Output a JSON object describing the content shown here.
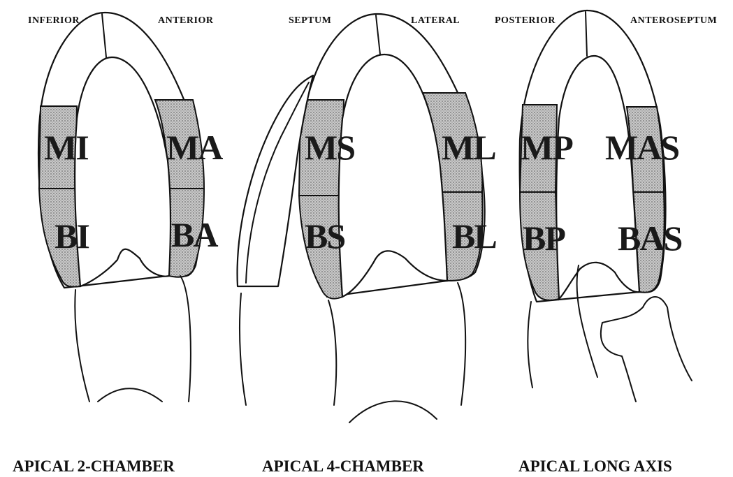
{
  "views": [
    {
      "title": "APICAL 2-CHAMBER",
      "wall_labels": {
        "left": "INFERIOR",
        "right": "ANTERIOR"
      },
      "segments": {
        "mid_left": "MI",
        "mid_right": "MA",
        "basal_left": "BI",
        "basal_right": "BA"
      }
    },
    {
      "title": "APICAL 4-CHAMBER",
      "wall_labels": {
        "left": "SEPTUM",
        "right": "LATERAL"
      },
      "segments": {
        "mid_left": "MS",
        "mid_right": "ML",
        "basal_left": "BS",
        "basal_right": "BL"
      }
    },
    {
      "title": "APICAL LONG AXIS",
      "wall_labels": {
        "left": "POSTERIOR",
        "right": "ANTEROSEPTUM"
      },
      "segments": {
        "mid_left": "MP",
        "mid_right": "MAS",
        "basal_left": "BP",
        "basal_right": "BAS"
      }
    }
  ],
  "colors": {
    "line": "#111111",
    "stipple": "#9a9a9a",
    "background": "#ffffff"
  }
}
